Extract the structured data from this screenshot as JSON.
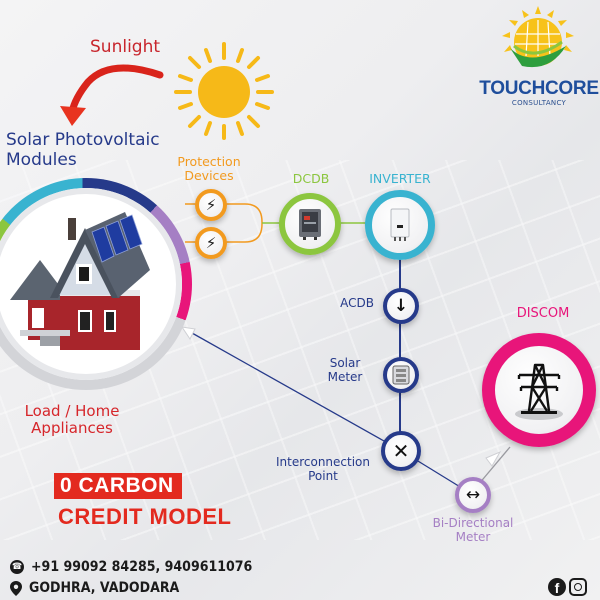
{
  "brand": {
    "name": "TOUCHCORE",
    "tagline": "CONSULTANCY",
    "colors": {
      "primary": "#1f4e9c",
      "sun": "#f7c21a",
      "leaf": "#2e9e3e"
    }
  },
  "diagram": {
    "title_line1": "0 CARBON",
    "title_line2": "CREDIT MODEL",
    "sunlight_label": "Sunlight",
    "solar_modules_label": "Solar Photovoltaic Modules",
    "load_label_line1": "Load / Home",
    "load_label_line2": "Appliances",
    "nodes": {
      "protection": {
        "label_line1": "Protection",
        "label_line2": "Devices",
        "color": "#f29a1f",
        "icon": "lightning-icon"
      },
      "dcdb": {
        "label": "DCDB",
        "color": "#8cc63f",
        "icon": "dcdb-box-icon"
      },
      "inverter": {
        "label": "INVERTER",
        "color": "#39b3d0",
        "icon": "inverter-icon"
      },
      "acdb": {
        "label": "ACDB",
        "color": "#263a8a",
        "icon": "arrow-down-icon"
      },
      "solar_meter": {
        "label_line1": "Solar",
        "label_line2": "Meter",
        "color": "#263a8a",
        "icon": "meter-icon"
      },
      "interconnection": {
        "label_line1": "Interconnection",
        "label_line2": "Point",
        "color": "#263a8a",
        "icon": "cross-icon"
      },
      "bidirectional_meter": {
        "label_line1": "Bi-Directional",
        "label_line2": "Meter",
        "color": "#a57fc4",
        "icon": "double-arrow-icon"
      },
      "discom": {
        "label": "DISCOM",
        "color": "#e8157a",
        "icon": "transmission-tower-icon"
      }
    },
    "ring_colors": [
      "#8cc63f",
      "#39b3d0",
      "#263a8a",
      "#a57fc4",
      "#e8157a",
      "#d3d4d8"
    ]
  },
  "contact": {
    "phone": "+91 99092 84285, 9409611076",
    "location": "GODHRA, VADODARA",
    "social": [
      "facebook-icon",
      "instagram-icon"
    ]
  }
}
